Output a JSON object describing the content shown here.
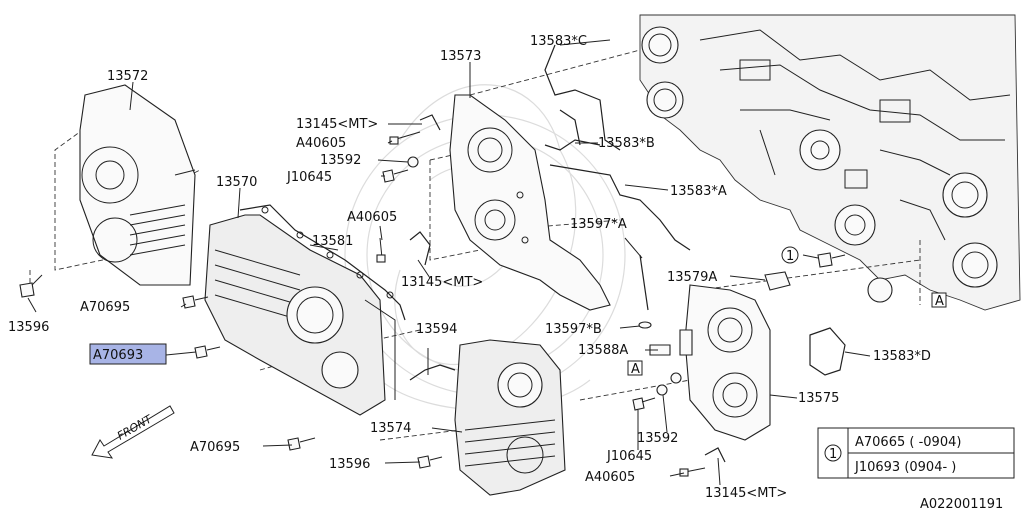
{
  "diagram": {
    "highlight_color": "#a8b4e6",
    "watermark_color": "#dcdcdc",
    "front_label": "FRONT",
    "section_marker": "A",
    "ref_number": "1",
    "footer_code": "A022001191",
    "callouts": {
      "p13572": "13572",
      "p13570": "13570",
      "p13573": "13573",
      "p13145_mt_1": "13145<MT>",
      "p13145_mt_2": "13145<MT>",
      "p13145_mt_3": "13145<MT>",
      "a40605_1": "A40605",
      "a40605_2": "A40605",
      "a40605_3": "A40605",
      "p13592_1": "13592",
      "p13592_2": "13592",
      "j10645_1": "J10645",
      "j10645_2": "J10645",
      "p13581": "13581",
      "p13596_1": "13596",
      "p13596_2": "13596",
      "a70695_1": "A70695",
      "a70695_2": "A70695",
      "a70693": "A70693",
      "p13594": "13594",
      "p13574": "13574",
      "p13583c": "13583*C",
      "p13583b": "13583*B",
      "p13583a": "13583*A",
      "p13583d": "13583*D",
      "p13597a": "13597*A",
      "p13597b": "13597*B",
      "p13579a": "13579A",
      "p13588a": "13588A",
      "p13575": "13575"
    },
    "legend": {
      "row1": "A70665 ( -0904)",
      "row2": "J10693 (0904- )"
    }
  }
}
